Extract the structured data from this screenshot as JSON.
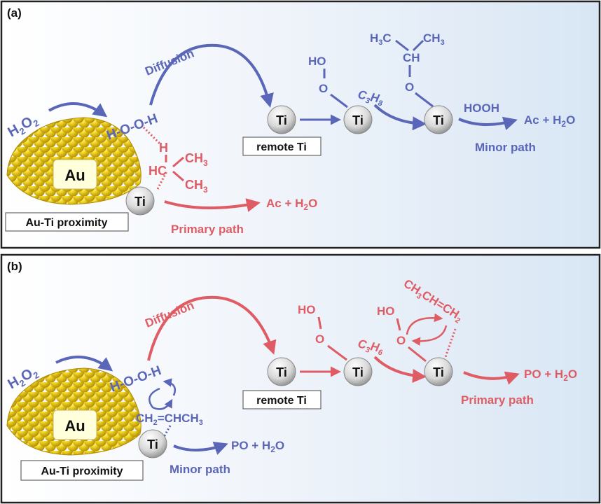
{
  "colors": {
    "blue": "#5a66b8",
    "red": "#e05c64",
    "gold": "#f2d21a",
    "panel_gradient_start": "#ffffff",
    "panel_gradient_end": "#d8e6f4"
  },
  "panels": [
    {
      "label": "(a)",
      "h2o2": "H2O2",
      "hooh_chain": "H-O-O-H",
      "diffusion": "Diffusion",
      "au": "Au",
      "ti": "Ti",
      "proximity_box": "Au-Ti proximity",
      "remote_box": "remote Ti",
      "substrate_near": {
        "h": "H",
        "hc": "HC",
        "ch3_a": "CH3",
        "ch3_b": "CH3"
      },
      "near_product": "Ac + H2O",
      "near_path": "Primary path",
      "ho": "HO",
      "o": "O",
      "feed": "C3H8",
      "remote_intermediate": {
        "h3c": "H3C",
        "ch3": "CH3",
        "ch": "CH",
        "o": "O"
      },
      "oxidant": "HOOH",
      "remote_product": "Ac + H2O",
      "remote_path": "Minor path"
    },
    {
      "label": "(b)",
      "h2o2": "H2O2",
      "hooh_chain": "H-O-O-H",
      "diffusion": "Diffusion",
      "au": "Au",
      "ti": "Ti",
      "proximity_box": "Au-Ti proximity",
      "remote_box": "remote Ti",
      "substrate_near": "CH2=CHCH3",
      "near_product": "PO + H2O",
      "near_path": "Minor path",
      "ho": "HO",
      "o": "O",
      "feed": "C3H6",
      "remote_intermediate": {
        "ho": "HO",
        "o": "O",
        "alkene": "CH3CH=CH2"
      },
      "remote_product": "PO + H2O",
      "remote_path": "Primary path"
    }
  ]
}
